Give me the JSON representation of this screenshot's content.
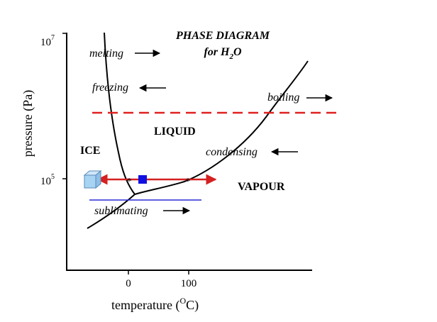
{
  "title": {
    "line1": "PHASE DIAGRAM",
    "line2_prefix": "for H",
    "line2_sub": "2",
    "line2_suffix": "O"
  },
  "axes": {
    "ylabel": "pressure (Pa)",
    "xlabel_prefix": "temperature (",
    "xlabel_super": "O",
    "xlabel_suffix": "C)",
    "ytick_high_base": "10",
    "ytick_high_exp": "7",
    "ytick_mid_base": "10",
    "ytick_mid_exp": "5",
    "xtick_0": "0",
    "xtick_100": "100"
  },
  "regions": {
    "ice": "ICE",
    "liquid": "LIQUID",
    "vapour": "VAPOUR"
  },
  "processes": {
    "melting": "melting",
    "freezing": "freezing",
    "boiling": "boiling",
    "condensing": "condensing",
    "sublimating": "sublimating"
  },
  "colors": {
    "red_dashed": "#e02020",
    "red_path": "#d42020",
    "blue_path": "#2a2ad8",
    "blue_square": "#1010e0",
    "ice_cube": "#a8d4f4"
  }
}
